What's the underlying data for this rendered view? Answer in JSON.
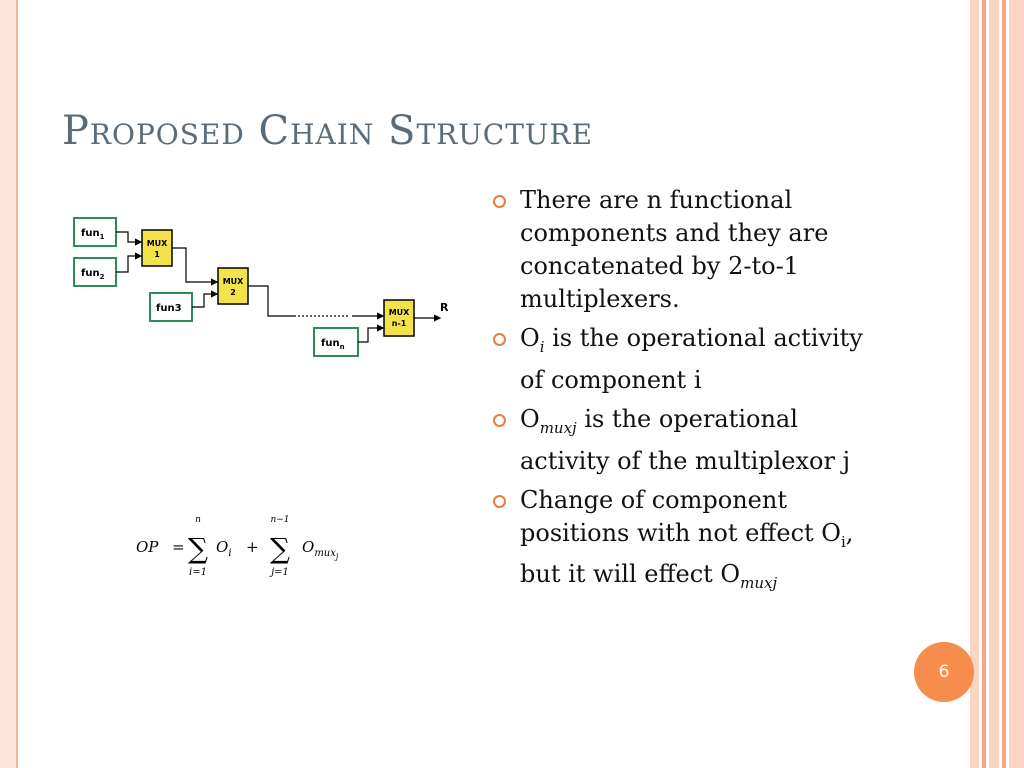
{
  "slide": {
    "title": "Proposed Chain Structure",
    "page_number": "6"
  },
  "bullets": [
    {
      "text": "There are n functional components and they are concatenated by 2-to-1 multiplexers."
    },
    {
      "pre": "O",
      "sub": "i",
      "post": " is the operational activity of component i"
    },
    {
      "pre": "O",
      "sub": "muxj",
      "post": " is the operational activity of the multiplexor j"
    },
    {
      "pre": "Change of component positions with not effect O",
      "sub": "i",
      "mid": ", but it will effect O",
      "sub2": "muxj"
    }
  ],
  "diagram": {
    "fun1": "fun",
    "fun1_sub": "1",
    "fun2": "fun",
    "fun2_sub": "2",
    "fun3": "fun3",
    "funn": "fun",
    "funn_sub": "n",
    "mux1_a": "MUX",
    "mux1_b": "1",
    "mux2_a": "MUX",
    "mux2_b": "2",
    "muxn_a": "MUX",
    "muxn_b": "n-1",
    "output": "R"
  },
  "formula": {
    "lhs": "OP",
    "eq": "=",
    "sum1_upper": "n",
    "sum1_lower": "i=1",
    "term1": "O",
    "term1_sub": "i",
    "plus": "+",
    "sum2_upper": "n−1",
    "sum2_lower": "j=1",
    "term2": "O",
    "term2_sub": "mux",
    "term2_subsub": "j"
  },
  "colors": {
    "title": "#5a6c7a",
    "accent": "#f78d4c",
    "fun_border": "#2e8b57",
    "mux_fill": "#f2e34c"
  }
}
